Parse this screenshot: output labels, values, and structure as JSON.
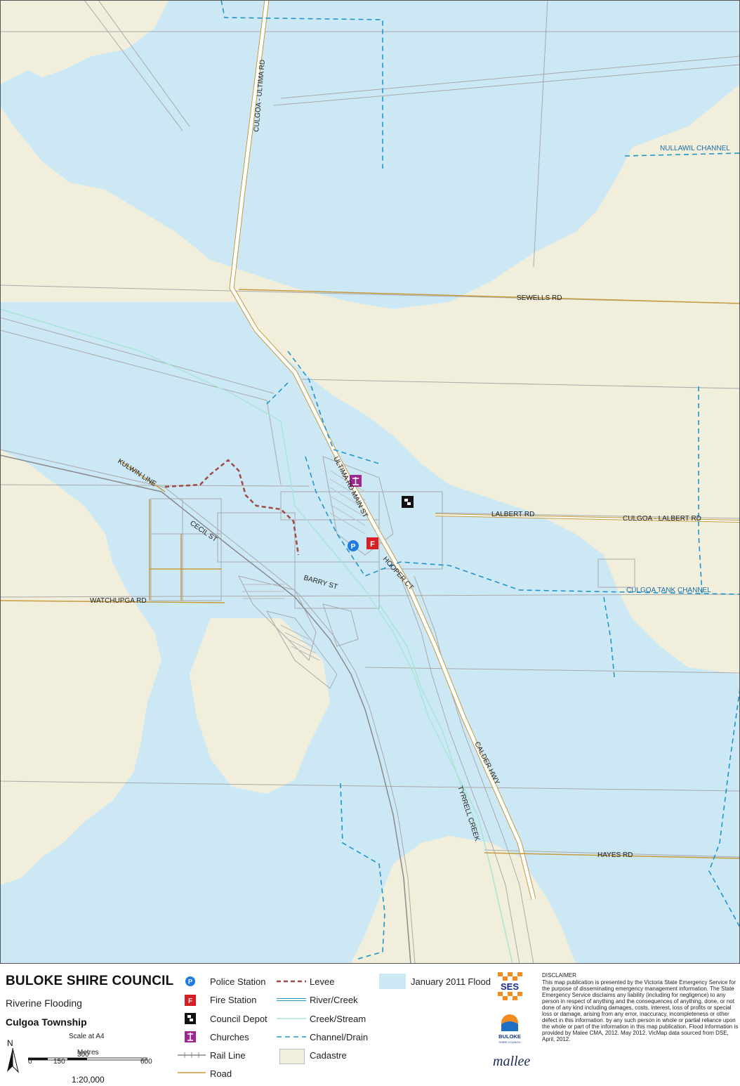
{
  "map": {
    "colors": {
      "flood": "#cde8f5",
      "cadastre": "#f1efdc",
      "road": "#c79a3c",
      "channel": "#1f95cc",
      "creek": "#a8e5d4",
      "levee": "#a04a4a",
      "parcel": "#a9a9a9"
    },
    "labels": {
      "culgoa_ultima": "CULGOA - ULTIMA RD",
      "nullawil": "NULLAWIL CHANNEL",
      "sewells": "SEWELLS RD",
      "ultima_main": "ULTIMA RD MAIN ST",
      "kulwin": "KULWIN LINE",
      "lalbert": "LALBERT RD",
      "culgoa_lalbert": "CULGOA - LALBERT RD",
      "cecil": "CECIL ST",
      "hooper": "HOOPER CT",
      "barry": "BARRY ST",
      "culgoa_tank": "CULGOA TANK CHANNEL",
      "watchupga": "WATCHUPGA RD",
      "calder": "CALDER HWY",
      "tyrrell": "TYRRELL CREEK",
      "hayes": "HAYES RD"
    },
    "markers": {
      "police_letter": "P",
      "fire_letter": "F"
    }
  },
  "legend": {
    "council": "BULOKE SHIRE COUNCIL",
    "subtitle": "Riverine Flooding",
    "township": "Culgoa Township",
    "north": "N",
    "scale_at": "Scale at A4",
    "metres": "Metres",
    "ticks": [
      "0",
      "150",
      "300",
      "600"
    ],
    "ratio": "1:20,000",
    "items": {
      "police": "Police Station",
      "fire": "Fire Station",
      "depot": "Council Depot",
      "churches": "Churches",
      "rail": "Rail Line",
      "road": "Road",
      "levee": "Levee",
      "river": "River/Creek",
      "creek": "Creek/Stream",
      "channel": "Channel/Drain",
      "cadastre": "Cadastre",
      "flood": "January 2011 Flood"
    },
    "logos": {
      "ses": "SES",
      "buloke": "BULOKE",
      "buloke_sub": "SHIRE COUNCIL",
      "mallee": "mallee"
    },
    "disclaimer_title": "DISCLAIMER",
    "disclaimer_text": "This map publication is presented by the Victoria State Emergency Service for the purpose of disseminating emergency management information. The State Emergency Service disclaims any liability (including for negligence) to any person in respect of anything and the consequences of anything, done, or not done of any kind including damages, costs, interest, loss of profits or special loss or damage, arising from any error, inaccuracy, incompleteness or other defect in this information. by any such person in whole or partial reliance upon the whole or part of the information in this map publication. Flood information is provided by Malee CMA, 2012. May 2012. VicMap data sourced from DSE, April, 2012."
  }
}
